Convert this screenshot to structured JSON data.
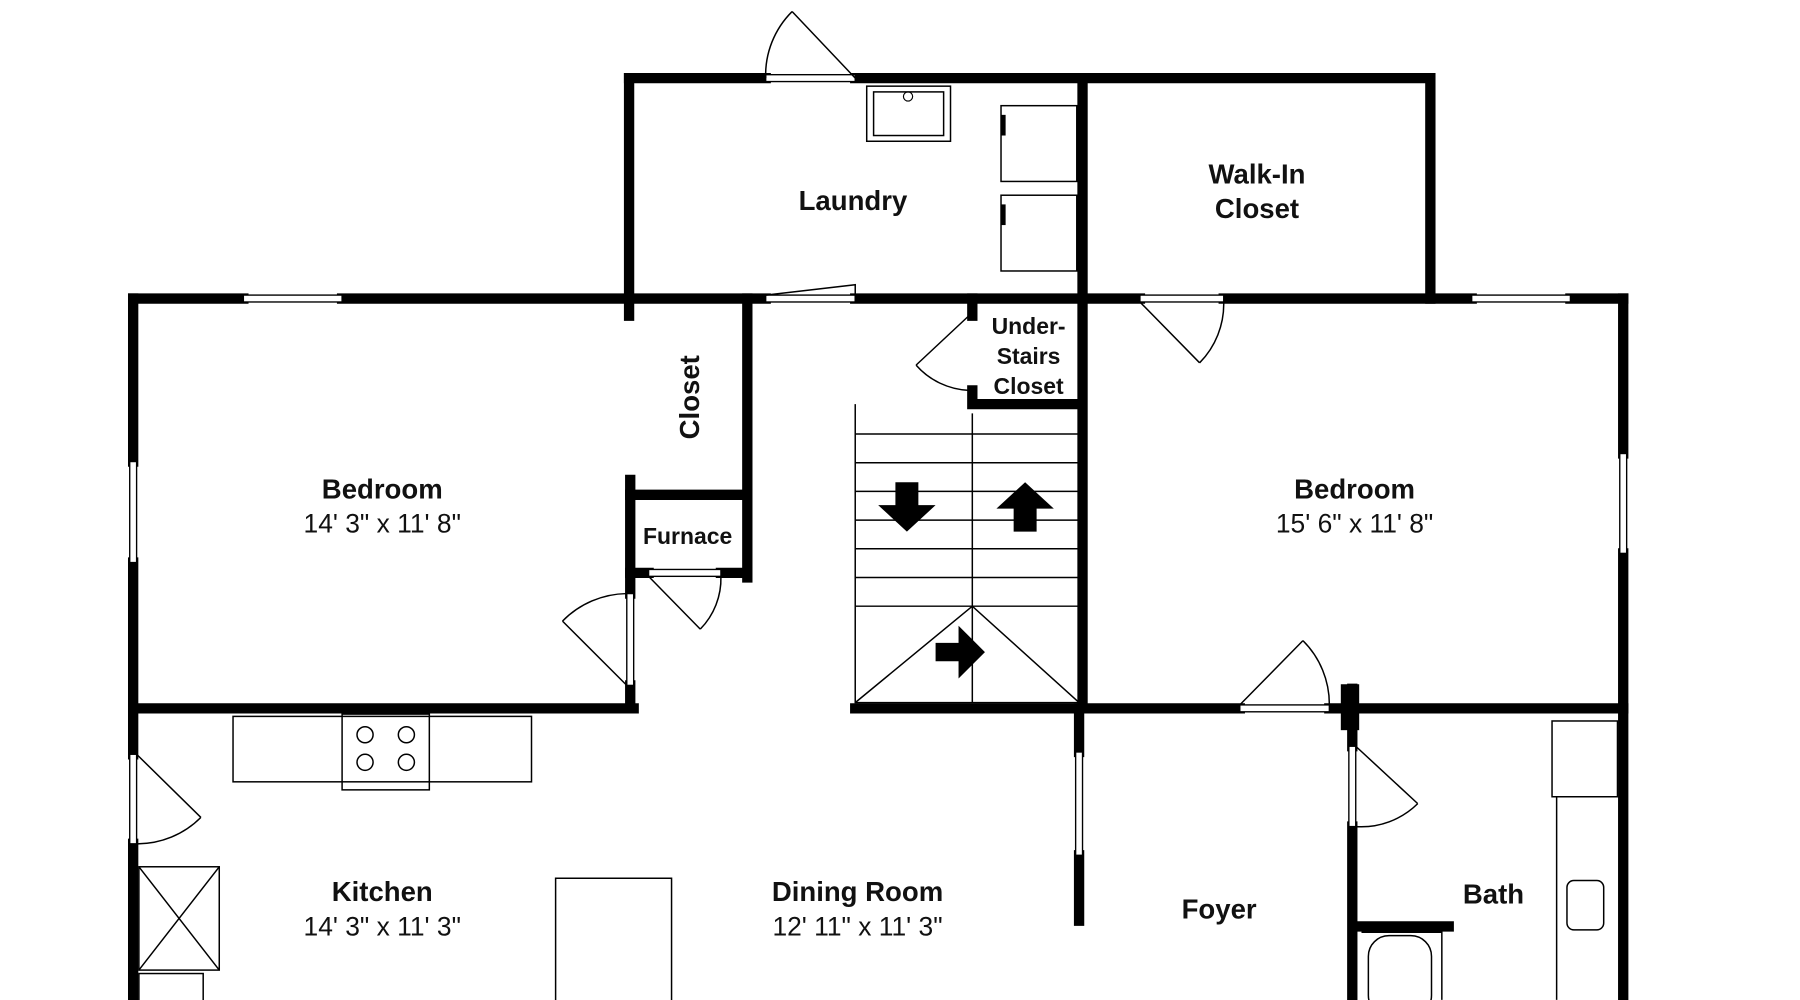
{
  "rooms": {
    "laundry": {
      "name": "Laundry"
    },
    "walk_in_closet": {
      "name_line1": "Walk-In",
      "name_line2": "Closet"
    },
    "under_stairs_closet": {
      "name_line1": "Under-",
      "name_line2": "Stairs",
      "name_line3": "Closet"
    },
    "closet": {
      "name": "Closet"
    },
    "furnace": {
      "name": "Furnace"
    },
    "bedroom_left": {
      "name": "Bedroom",
      "dimensions": "14' 3\" x 11' 8\""
    },
    "bedroom_right": {
      "name": "Bedroom",
      "dimensions": "15' 6\" x 11' 8\""
    },
    "kitchen": {
      "name": "Kitchen",
      "dimensions": "14' 3\" x 11' 3\""
    },
    "dining_room": {
      "name": "Dining Room",
      "dimensions": "12' 11\" x 11' 3\""
    },
    "foyer": {
      "name": "Foyer"
    },
    "bath": {
      "name": "Bath"
    }
  }
}
